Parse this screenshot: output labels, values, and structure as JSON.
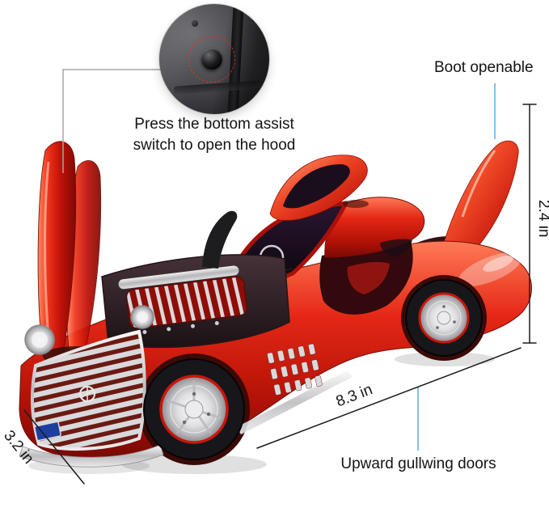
{
  "labels": {
    "hood_instruction": "Press the bottom assist switch to open the hood",
    "boot": "Boot openable",
    "gullwing": "Upward gullwing doors"
  },
  "dimensions": {
    "height": "2.4 in",
    "length": "8.3 in",
    "width": "3.2 in"
  },
  "subject": {
    "description": "Red chrome die-cast gullwing sports car model with hood, driver door and boot shown open",
    "inset": "Close-up of the bottom assist switch used to open the hood"
  },
  "colors": {
    "car_red": "#d81f10",
    "leader_blue": "#7cc7e8",
    "line_dark": "#1c1c1c",
    "text_dark": "#141414"
  }
}
